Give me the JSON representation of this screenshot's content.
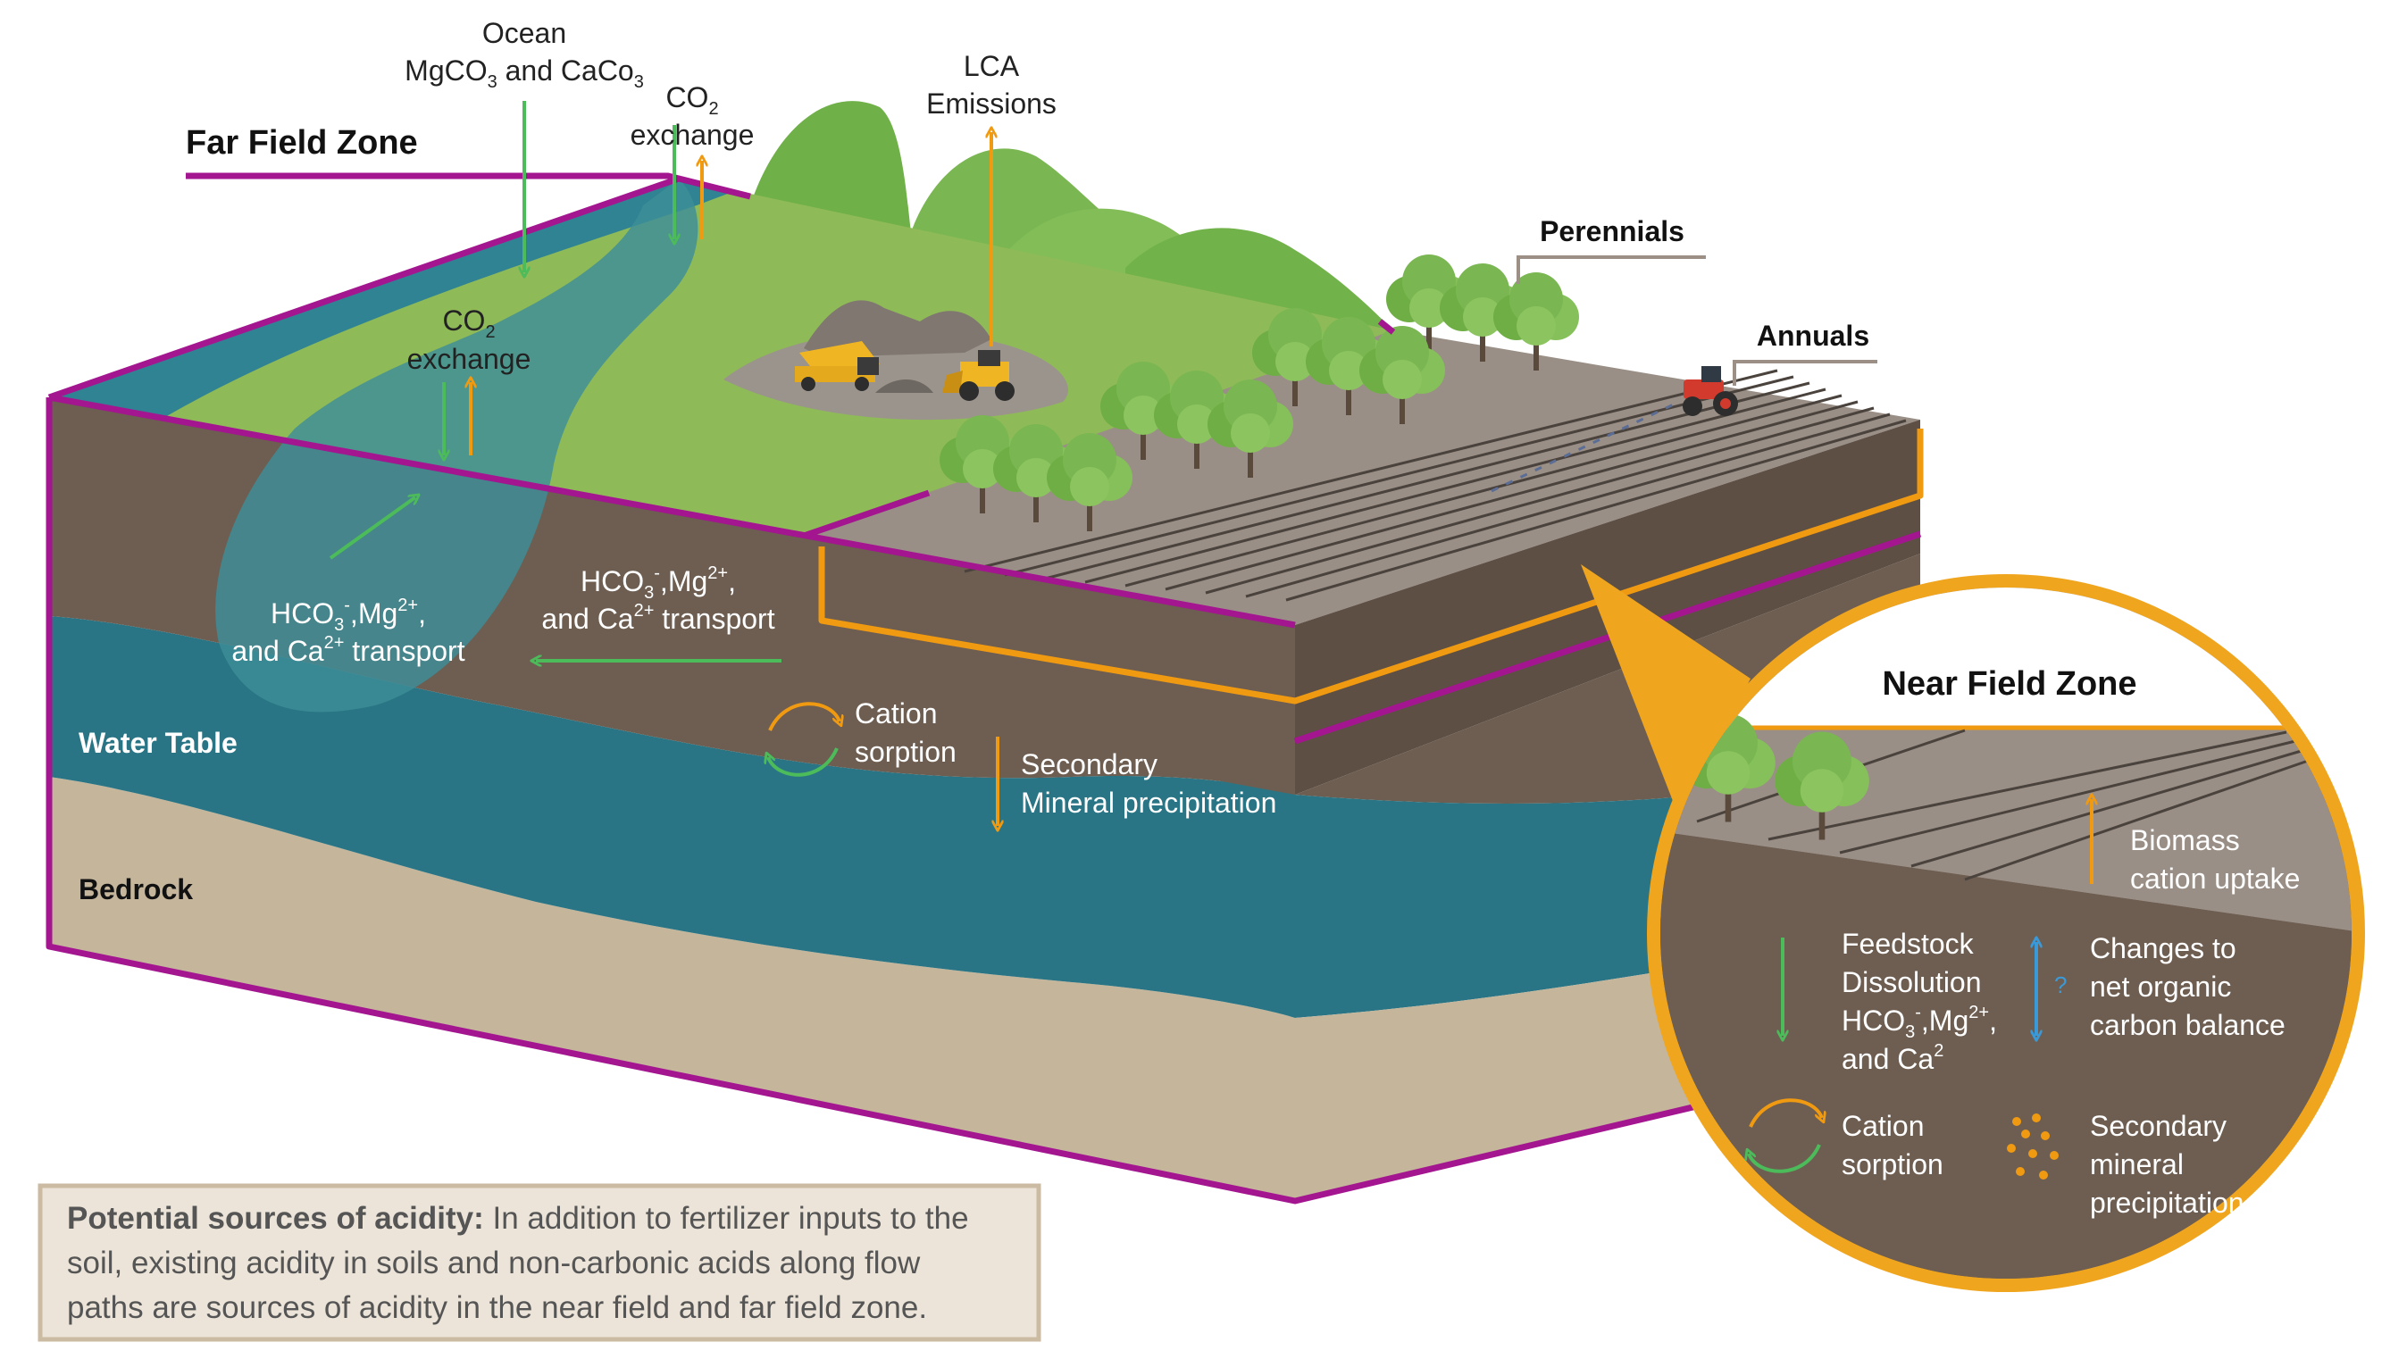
{
  "diagram": {
    "zones": {
      "far_field": "Far Field Zone",
      "near_field": "Near Field Zone"
    },
    "labels": {
      "ocean_line1": "Ocean",
      "ocean_line2_a": "MgCO",
      "ocean_line2_sub1": "3",
      "ocean_line2_b": " and CaCo",
      "ocean_line2_sub2": "3",
      "co2_exchange_top_co": "CO",
      "co2_exchange_top_sub": "2",
      "co2_exchange_top_word": "exchange",
      "co2_exchange_left_co": "CO",
      "co2_exchange_left_sub": "2",
      "co2_exchange_left_word": "exchange",
      "lca_line1": "LCA",
      "lca_line2": "Emissions",
      "perennials": "Perennials",
      "annuals": "Annuals",
      "water_table": "Water Table",
      "bedrock": "Bedrock",
      "transport_left_a": "HCO",
      "transport_left_sub": "3",
      "transport_left_sup1": "-",
      "transport_left_b": ",Mg",
      "transport_left_sup2": "2+",
      "transport_left_c": ",",
      "transport_left_d": "and Ca",
      "transport_left_sup3": "2+",
      "transport_left_e": " transport",
      "transport_mid_a": "HCO",
      "transport_mid_sub": "3",
      "transport_mid_sup1": "-",
      "transport_mid_b": ",Mg",
      "transport_mid_sup2": "2+",
      "transport_mid_c": ",",
      "transport_mid_d": "and Ca",
      "transport_mid_sup3": "2+",
      "transport_mid_e": " transport",
      "cation_sorption_1": "Cation",
      "cation_sorption_2": "sorption",
      "secondary_mineral_1": "Secondary",
      "secondary_mineral_2": "Mineral precipitation"
    },
    "inset": {
      "biomass_1": "Biomass",
      "biomass_2": "cation uptake",
      "feedstock_1": "Feedstock",
      "feedstock_2": "Dissolution",
      "feedstock_3a": "HCO",
      "feedstock_3sub": "3",
      "feedstock_3sup1": "-",
      "feedstock_3b": ",Mg",
      "feedstock_3sup2": "2+",
      "feedstock_3c": ",",
      "feedstock_4": "and Ca",
      "feedstock_4sup": "2",
      "organic_1": "Changes to",
      "organic_2": "net organic",
      "organic_3": "carbon balance",
      "question_mark": "?",
      "cation_1": "Cation",
      "cation_2": "sorption",
      "secmin_1": "Secondary",
      "secmin_2": "mineral",
      "secmin_3": "precipitation"
    }
  },
  "note": {
    "bold": "Potential sources of acidity:",
    "line1": " In addition to fertilizer inputs to the",
    "line2": "soil, existing acidity in soils and non-carbonic acids along flow",
    "line3": "paths are sources of acidity in the near field and far field zone."
  },
  "colors": {
    "far_field_border": "#a3168f",
    "near_field_border": "#f09a12",
    "flux_green": "#4cbb5a",
    "flux_orange": "#f09a12",
    "flux_blue": "#3a9ad9",
    "grass": "#8fba58",
    "hills": "#72b24a",
    "soil": "#6e5e51",
    "field_top": "#9a8f86",
    "groundwater": "#2a7585",
    "bedrock": "#c4b59b",
    "water": "#3d8d98",
    "note_bg": "#ece4d8",
    "note_border": "#cbbba2"
  },
  "icons": [
    "deciduous-tree-icon",
    "dump-truck-icon",
    "wheel-loader-icon",
    "tractor-icon",
    "rock-pile-icon",
    "cycle-arrows-icon",
    "mineral-dots-icon"
  ]
}
